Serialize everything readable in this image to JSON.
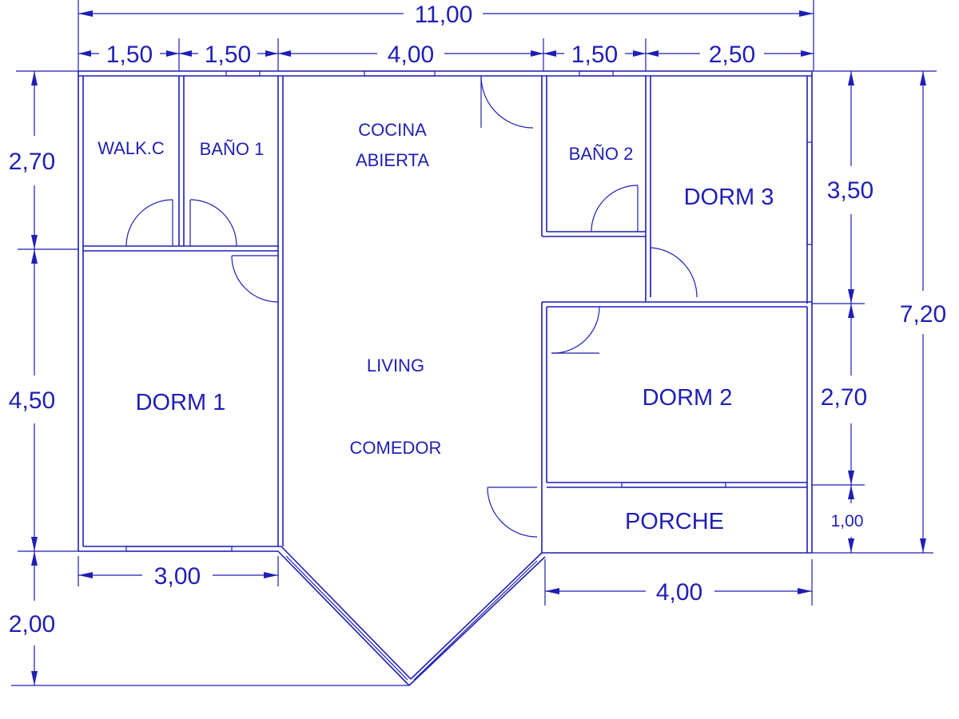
{
  "colors": {
    "ink": "#1f1fb4",
    "background": "#ffffff"
  },
  "rooms": {
    "walk_c": "WALK.C",
    "bano_1": "BAÑO 1",
    "cocina_line1": "COCINA",
    "cocina_line2": "ABIERTA",
    "bano_2": "BAÑO 2",
    "dorm_3": "DORM 3",
    "dorm_1": "DORM 1",
    "living": "LIVING",
    "comedor": "COMEDOR",
    "dorm_2": "DORM 2",
    "porche": "PORCHE"
  },
  "dimensions": {
    "top_total": "11,00",
    "top_segments": [
      "1,50",
      "1,50",
      "4,00",
      "1,50",
      "2,50"
    ],
    "left_segments": [
      "2,70",
      "4,50",
      "2,00"
    ],
    "right_segments": [
      "3,50",
      "2,70",
      "1,00"
    ],
    "right_total": "7,20",
    "bottom_left": "3,00",
    "bottom_right": "4,00"
  }
}
